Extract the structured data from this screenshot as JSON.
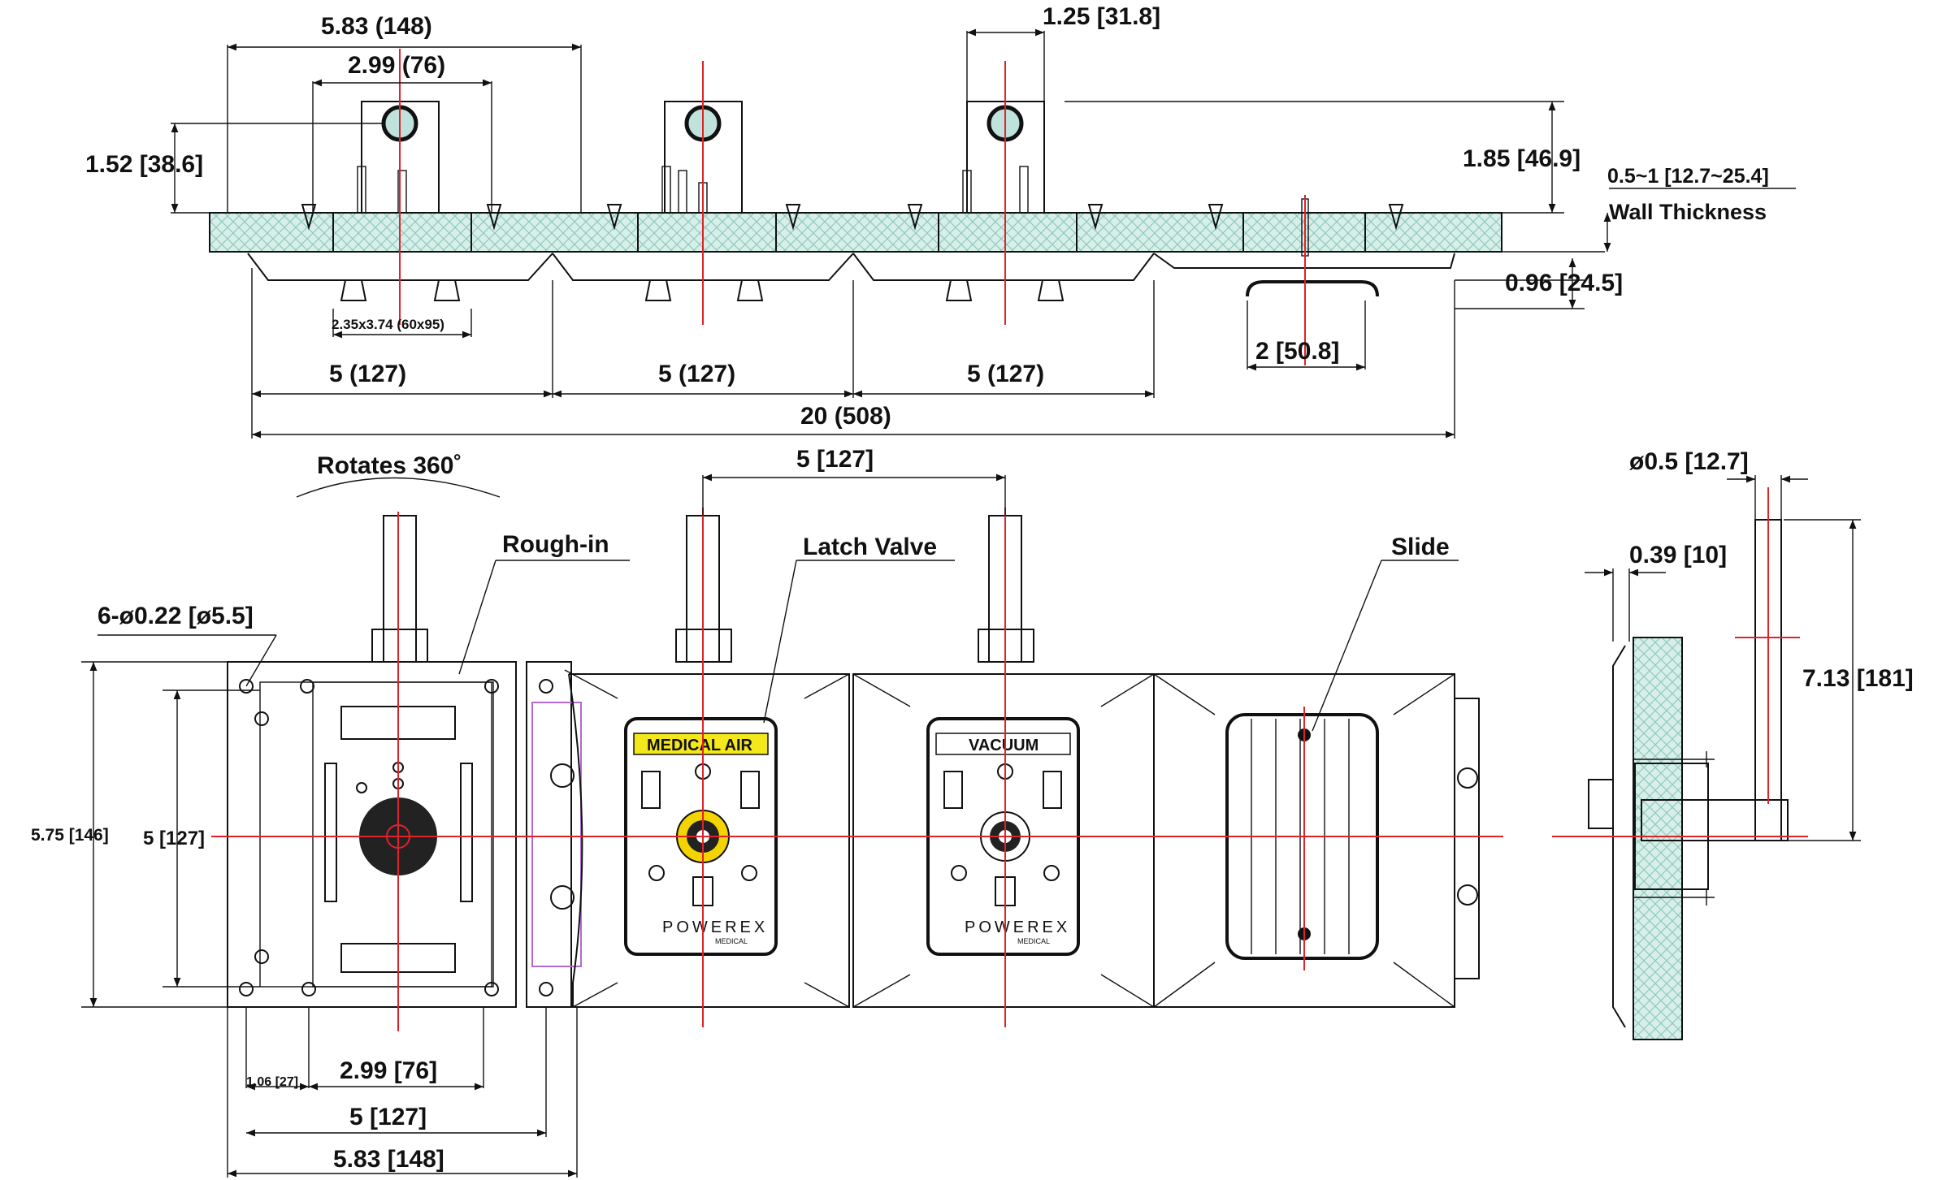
{
  "top_view": {
    "dims": {
      "overall_rough": "5.83 (148)",
      "inner_rough": "2.99 (76)",
      "slot_width": "1.25 [31.8]",
      "left_height": "1.52 [38.6]",
      "right_height": "1.85 [46.9]",
      "wall_range": "0.5~1 [12.7~25.4]",
      "wall_label": "Wall Thickness",
      "projection": "0.96 [24.5]",
      "box_size": "2.35x3.74 (60x95)",
      "slide_width": "2 [50.8]",
      "module_1": "5 (127)",
      "module_2": "5 (127)",
      "module_3": "5 (127)",
      "overall": "20 (508)"
    }
  },
  "front_view": {
    "rotates": "Rotates 360˚",
    "spacing": "5 [127]",
    "labels": {
      "rough_in": "Rough-in",
      "latch_valve": "Latch Valve",
      "slide": "Slide"
    },
    "holes": "6-ø0.22 [ø5.5]",
    "height_outer": "5.75 [146]",
    "height_inner": "5 [127]",
    "offset": "1.06 [27]",
    "bottom_dims": {
      "inner": "2.99 [76]",
      "mid": "5 [127]",
      "outer": "5.83 [148]"
    },
    "outlets": [
      {
        "name": "MEDICAL AIR",
        "brand": "POWEREX",
        "sub": "MEDICAL",
        "label_color": "#f4e81c",
        "ring_color": "#f4d400"
      },
      {
        "name": "VACUUM",
        "brand": "POWEREX",
        "sub": "MEDICAL",
        "label_color": "#ffffff",
        "ring_color": "#ffffff"
      }
    ]
  },
  "side_view": {
    "tube_dia": "ø0.5 [12.7]",
    "offset": "0.39 [10]",
    "height": "7.13 [181]"
  },
  "colors": {
    "centerline": "#e0222a",
    "wall_hatch": "#bfe3dc",
    "medical_air": "#f4e81c"
  }
}
